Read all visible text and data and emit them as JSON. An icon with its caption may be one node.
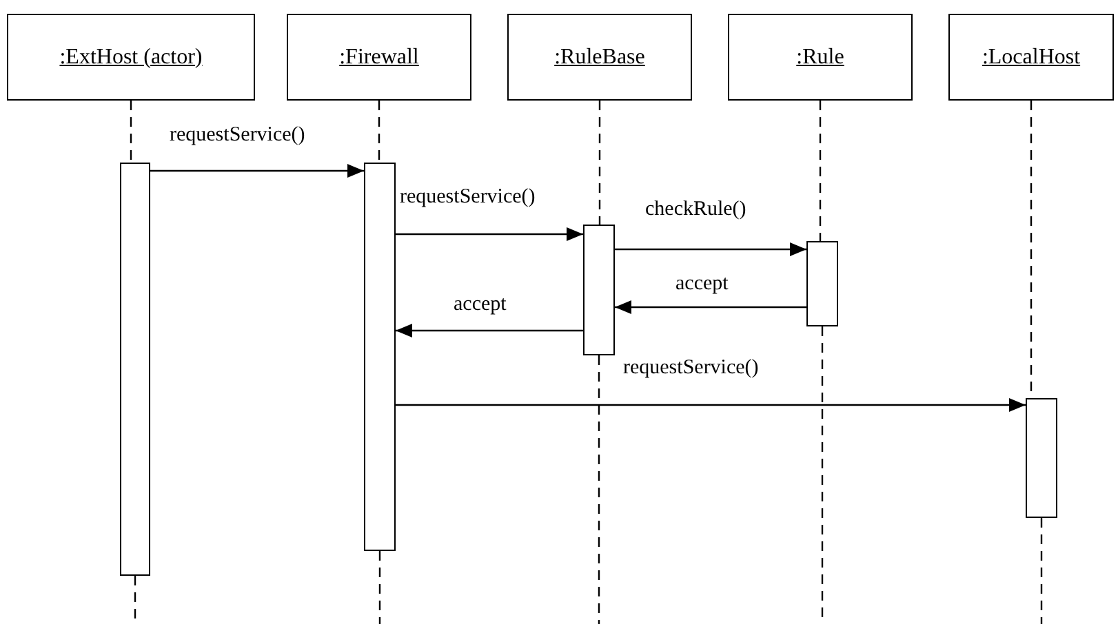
{
  "diagram": {
    "nodes": [
      {
        "text": [
          ":ExtHost (actor)"
        ]
      },
      {
        "text": [
          ":Firewall"
        ]
      },
      {
        "text": [
          ":RuleBase"
        ]
      },
      {
        "text": [
          ":Rule"
        ]
      },
      {
        "text": [
          ":LocalHost"
        ]
      },
      {
        "text": [],
        "shape": "bar"
      },
      {
        "text": [],
        "shape": "bar"
      },
      {
        "text": [],
        "shape": "bar"
      },
      {
        "text": [],
        "shape": "bar"
      },
      {
        "text": [],
        "shape": "bar"
      }
    ],
    "edges": [
      {
        "from": 0,
        "to": 5,
        "arrow": "none",
        "style": "dashed"
      },
      {
        "from": 1,
        "to": 6,
        "arrow": "none",
        "style": "dashed"
      },
      {
        "from": 2,
        "to": 7,
        "arrow": "none",
        "style": "dashed"
      },
      {
        "from": 3,
        "to": 8,
        "arrow": "none",
        "style": "dashed"
      },
      {
        "from": 4,
        "to": 9,
        "arrow": "none",
        "style": "dashed"
      },
      {
        "from": 5,
        "to": 6,
        "label": "requestService()",
        "arrow": "to"
      },
      {
        "from": 6,
        "to": 7,
        "label": "requestService()",
        "arrow": "to"
      },
      {
        "from": 7,
        "to": 8,
        "label": "checkRule()",
        "arrow": "to"
      },
      {
        "from": 8,
        "to": 7,
        "label": "accept",
        "arrow": "to"
      },
      {
        "from": 7,
        "to": 6,
        "label": "accept",
        "arrow": "to"
      },
      {
        "from": 6,
        "to": 9,
        "label": "requestService()",
        "arrow": "to"
      }
    ]
  }
}
